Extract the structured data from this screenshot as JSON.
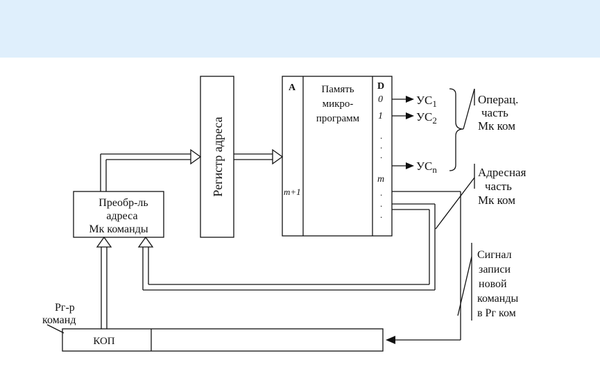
{
  "banner": {
    "color": "#dfeffc"
  },
  "converter": {
    "line1": "Преобр-ль",
    "line2": "адреса",
    "line3": "Мк команды"
  },
  "address_register": {
    "label": "Регистр адреса"
  },
  "memory": {
    "port_a": "А",
    "port_a_bottom": "m+1",
    "title1": "Память",
    "title2": "микро-",
    "title3": "программ",
    "port_d": "D",
    "bit0": "0",
    "bit1": "1",
    "bitm": "m",
    "dot": "."
  },
  "outputs": {
    "yc_prefix": "УС",
    "yc1_sub": "1",
    "yc2_sub": "2",
    "ycn_sub": "n"
  },
  "labels": {
    "op_part": [
      "Операц.",
      "часть",
      "Мк ком"
    ],
    "addr_part": [
      "Адресная",
      "часть",
      "Мк ком"
    ],
    "signal": [
      "Сигнал",
      "записи",
      "новой",
      "команды",
      "в Рг ком"
    ],
    "cmd_register": [
      "Рг-р",
      "команд"
    ],
    "kop": "КОП"
  }
}
